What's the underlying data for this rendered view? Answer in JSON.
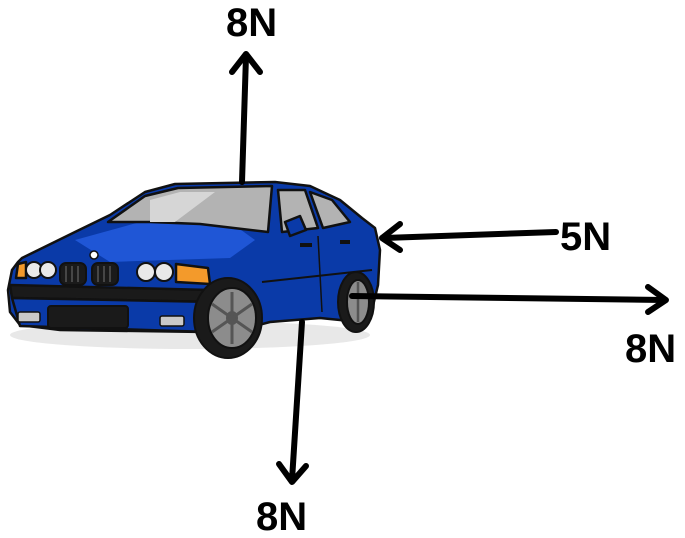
{
  "forces": {
    "up": {
      "label": "8N",
      "direction": "up",
      "magnitude_N": 8
    },
    "left": {
      "label": "5N",
      "direction": "left",
      "magnitude_N": 5
    },
    "right": {
      "label": "8N",
      "direction": "right",
      "magnitude_N": 8
    },
    "down": {
      "label": "8N",
      "direction": "down",
      "magnitude_N": 8
    }
  },
  "car": {
    "body_color": "#0a3aa8",
    "window_color": "#b3b3b3",
    "icon": "car-illustration"
  },
  "colors": {
    "arrow": "#000000",
    "label": "#000000",
    "background": "#ffffff"
  }
}
